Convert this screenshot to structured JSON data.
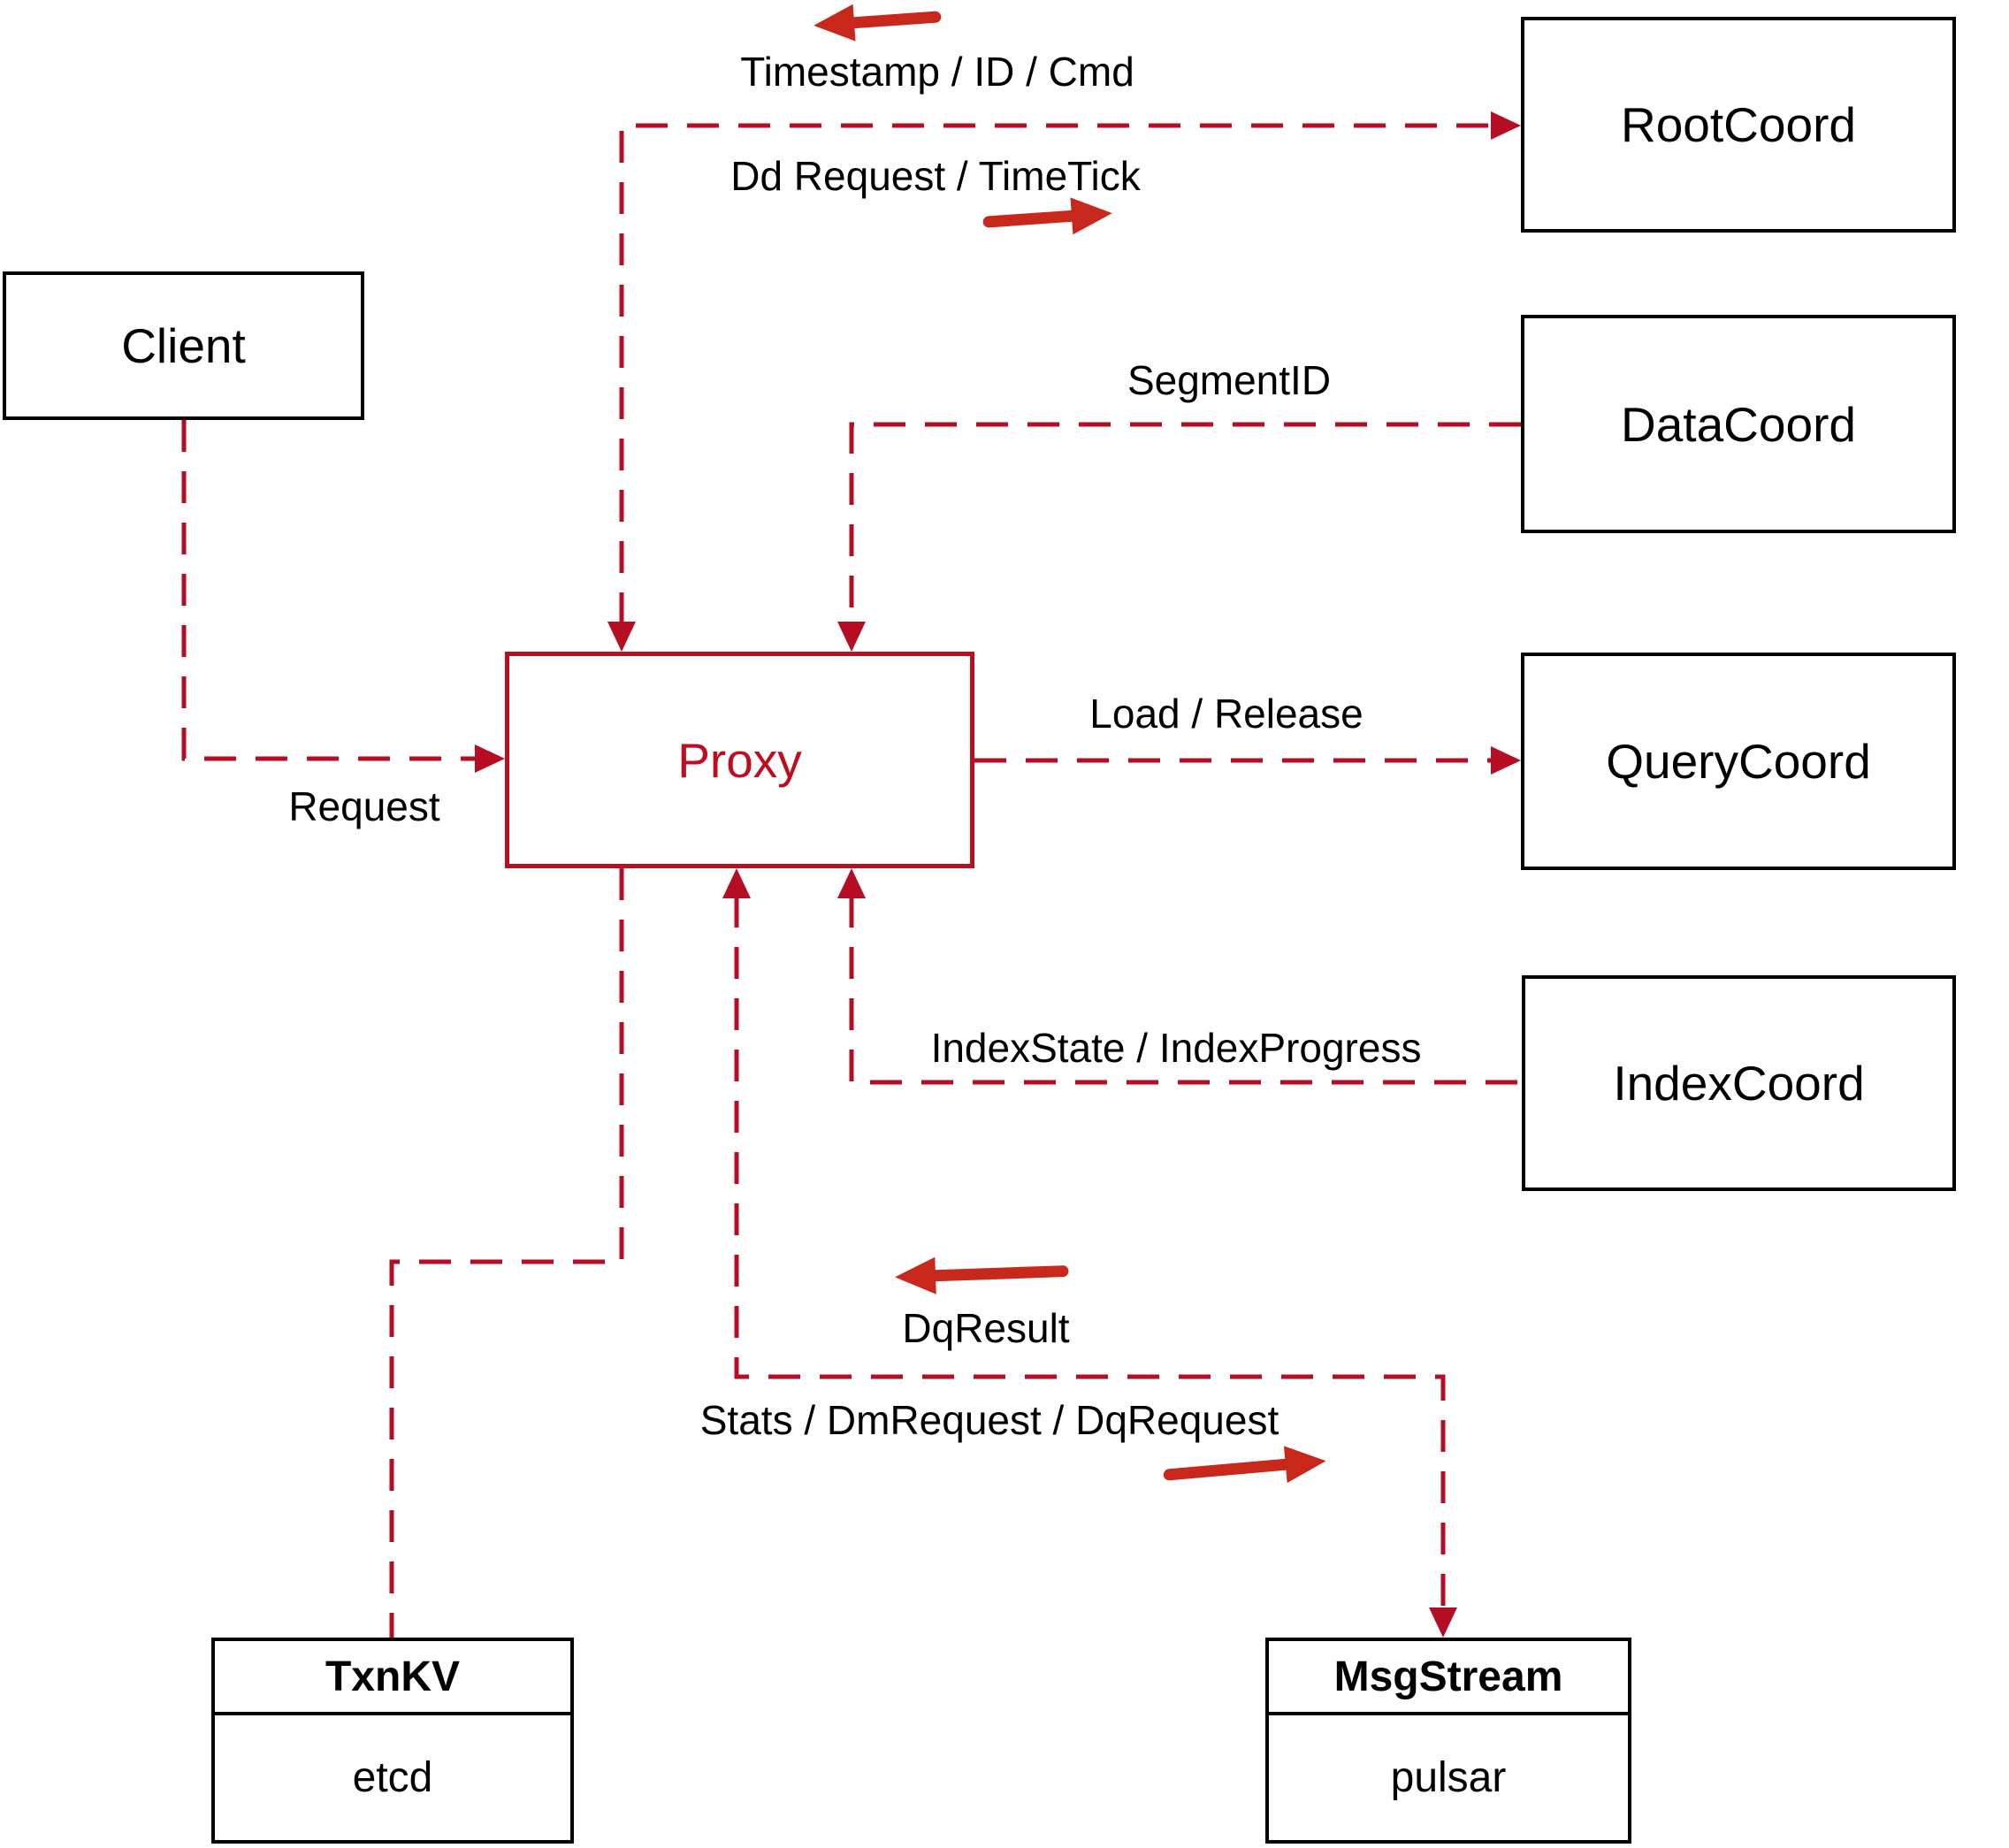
{
  "diagram": {
    "nodes": {
      "client": {
        "label": "Client"
      },
      "root_coord": {
        "label": "RootCoord"
      },
      "data_coord": {
        "label": "DataCoord"
      },
      "query_coord": {
        "label": "QueryCoord"
      },
      "index_coord": {
        "label": "IndexCoord"
      },
      "proxy": {
        "label": "Proxy"
      },
      "txn_kv": {
        "title": "TxnKV",
        "subtitle": "etcd"
      },
      "msg_stream": {
        "title": "MsgStream",
        "subtitle": "pulsar"
      }
    },
    "edge_labels": {
      "timestamp_id_cmd": "Timestamp / ID / Cmd",
      "dd_request_timetick": "Dd Request / TimeTick",
      "segment_id": "SegmentID",
      "load_release": "Load / Release",
      "request": "Request",
      "index_state_progress": "IndexState / IndexProgress",
      "dq_result": "DqResult",
      "stats_dm_dq_request": "Stats / DmRequest / DqRequest"
    },
    "colors": {
      "connector_red": "#b50d24",
      "arrow_red": "#c8271b",
      "proxy_red": "#bf0c1f",
      "box_border": "#000000",
      "text_color": "#000000",
      "background": "#ffffff"
    }
  }
}
